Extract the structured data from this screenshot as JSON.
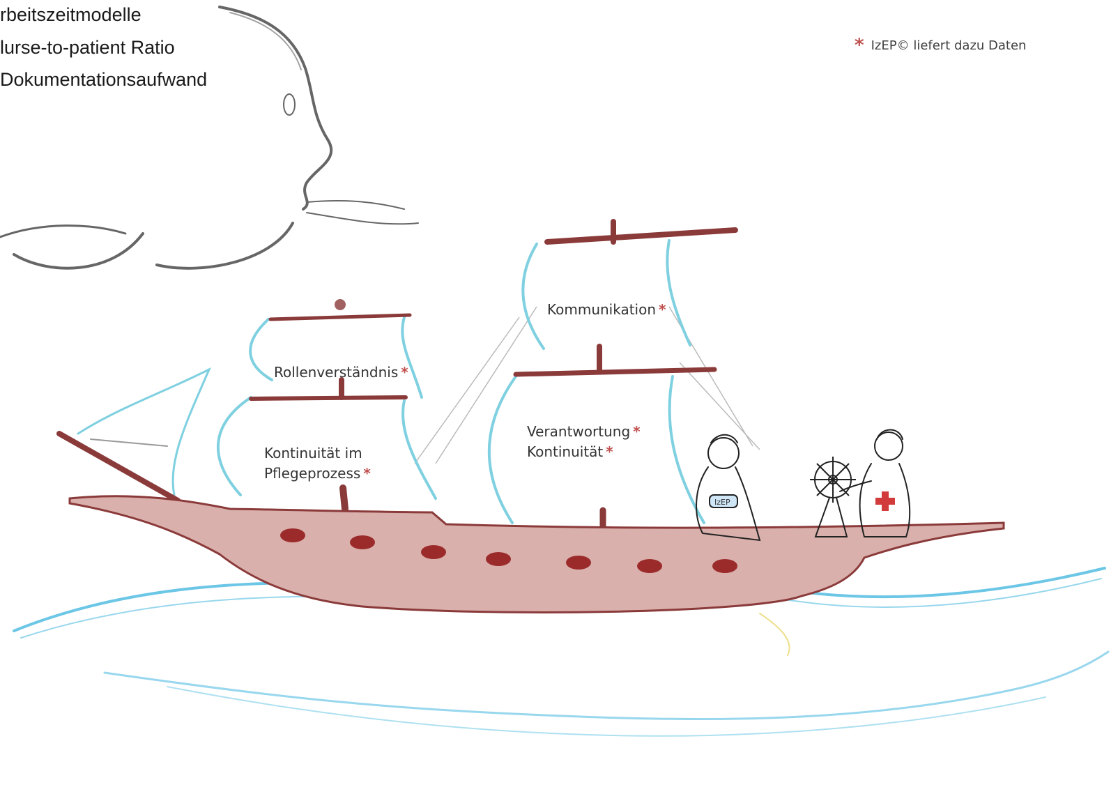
{
  "wind_factors": [
    "rbeitszeitmodelle",
    "lurse-to-patient Ratio",
    "Dokumentationsaufwand"
  ],
  "sail_labels": {
    "rollen": "Rollenverständnis",
    "kommunikation": "Kommunikation",
    "verantwortung": "Verantwortung",
    "kontinuitaet": "Kontinuität",
    "pflege_1": "Kontinuität im",
    "pflege_2": "Pflegeprozess"
  },
  "marker": "*",
  "legend": {
    "marker": "*",
    "text": "IzEP© liefert dazu Daten"
  },
  "lifebuoy_text": "IzEP",
  "colors": {
    "hull": "#8b3a3a",
    "sail_outline": "#7fd0e0",
    "water": "#6cc6e6",
    "pencil": "#666666",
    "marker": "#c0504d",
    "cross": "#d23b3b"
  },
  "icons": [
    "wind-face-icon",
    "ship-icon",
    "nurse-figure-icon",
    "ship-wheel-icon",
    "red-cross-figure-icon",
    "wave-icon"
  ]
}
